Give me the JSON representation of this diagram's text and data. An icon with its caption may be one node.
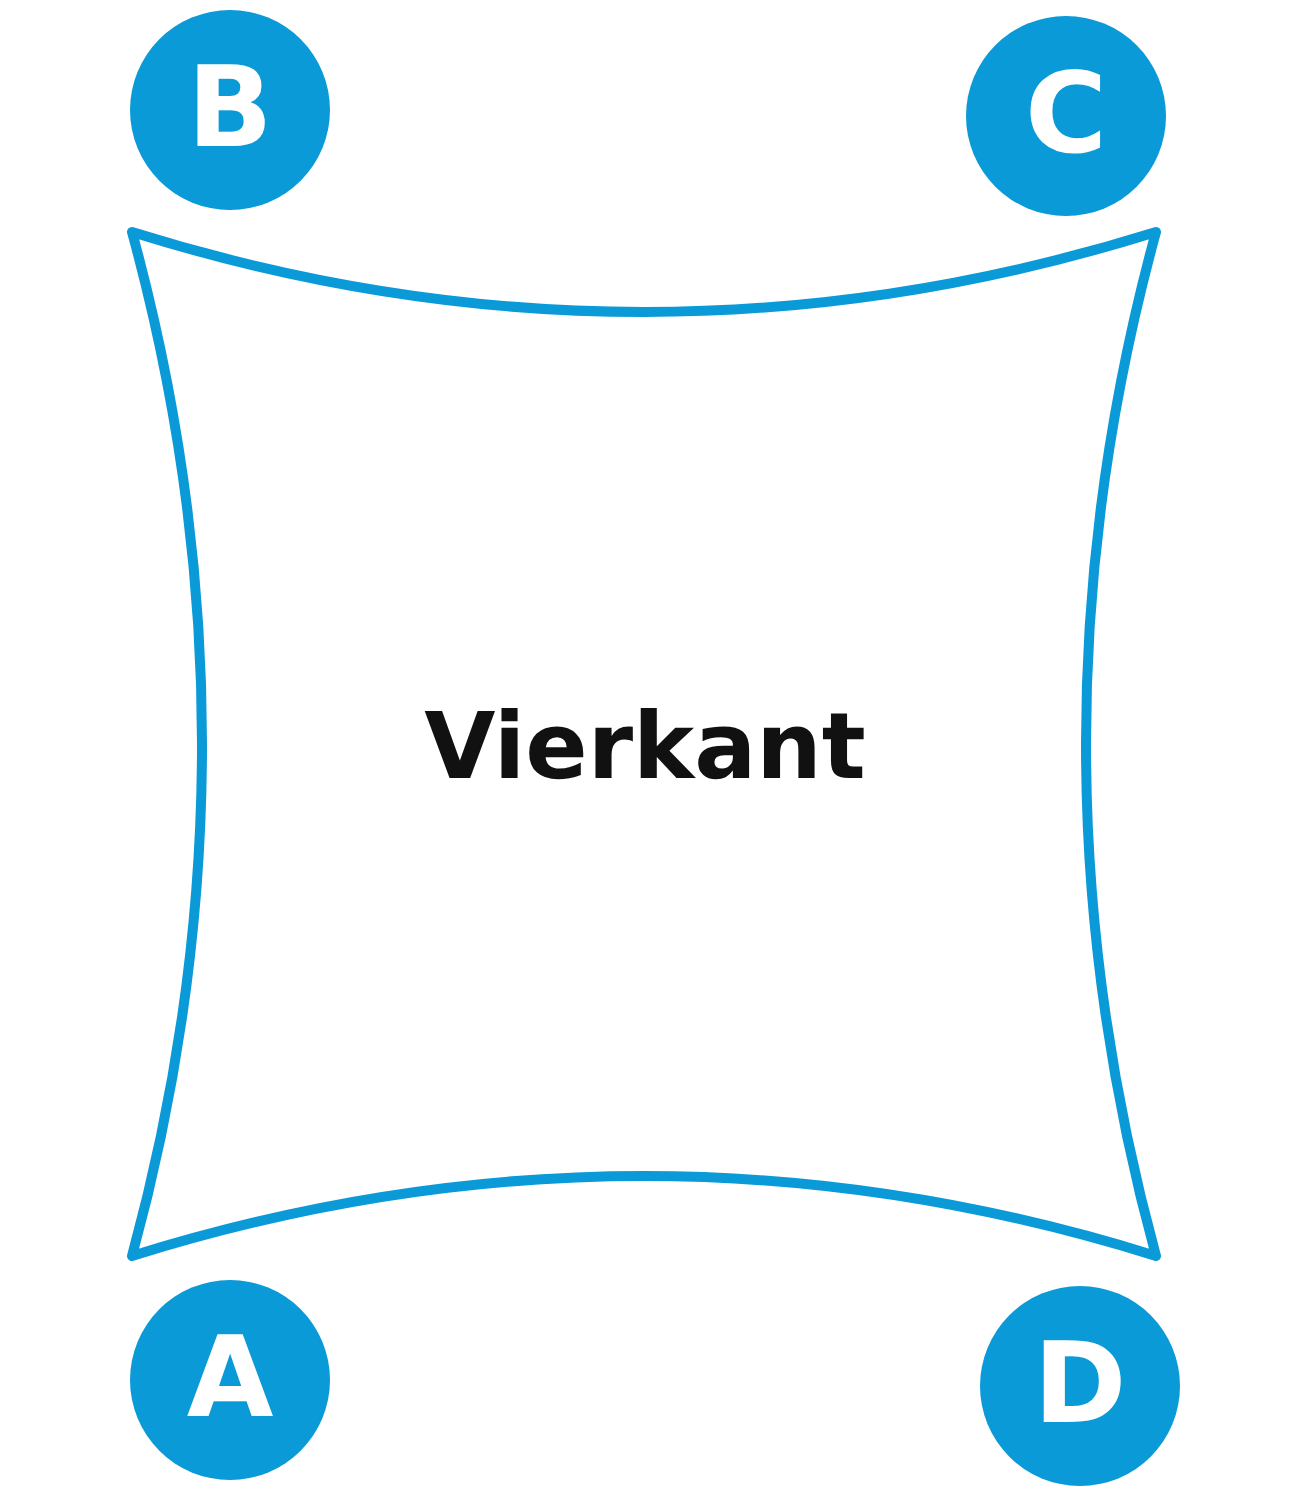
{
  "diagram": {
    "nodes": [
      {
        "text": [
          "B"
        ]
      },
      {
        "text": [
          "C"
        ]
      },
      {
        "text": [
          "Vierkant"
        ]
      },
      {
        "text": [
          "A"
        ]
      },
      {
        "text": [
          "D"
        ]
      }
    ]
  }
}
